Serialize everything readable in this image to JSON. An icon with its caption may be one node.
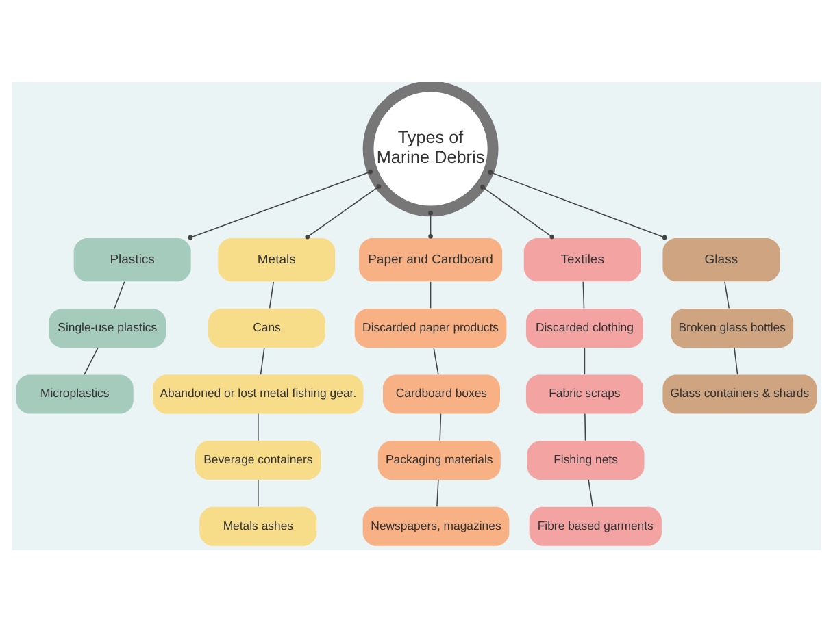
{
  "diagram": {
    "nodes": [
      {
        "text": [
          "Types of Marine Debris"
        ]
      },
      {
        "text": [
          "Plastics"
        ]
      },
      {
        "text": [
          "Single-use plastics"
        ]
      },
      {
        "text": [
          "Microplastics"
        ]
      },
      {
        "text": [
          "Metals"
        ]
      },
      {
        "text": [
          "Cans"
        ]
      },
      {
        "text": [
          "Abandoned or lost metal fishing gear."
        ]
      },
      {
        "text": [
          "Beverage containers"
        ]
      },
      {
        "text": [
          "Metals ashes"
        ]
      },
      {
        "text": [
          "Paper and Cardboard"
        ]
      },
      {
        "text": [
          "Discarded paper products"
        ]
      },
      {
        "text": [
          "Cardboard boxes"
        ]
      },
      {
        "text": [
          "Packaging materials"
        ]
      },
      {
        "text": [
          "Newspapers, magazines"
        ]
      },
      {
        "text": [
          "Textiles"
        ]
      },
      {
        "text": [
          "Discarded clothing"
        ]
      },
      {
        "text": [
          "Fabric scraps"
        ]
      },
      {
        "text": [
          "Fishing nets"
        ]
      },
      {
        "text": [
          "Fibre based garments"
        ]
      },
      {
        "text": [
          "Glass"
        ]
      },
      {
        "text": [
          "Broken glass bottles"
        ]
      },
      {
        "text": [
          "Glass containers & shards"
        ]
      }
    ],
    "edges": [
      {
        "from": 0,
        "to": 1,
        "arrow": "other"
      },
      {
        "from": 0,
        "to": 4,
        "arrow": "other"
      },
      {
        "from": 0,
        "to": 9,
        "arrow": "other"
      },
      {
        "from": 0,
        "to": 14,
        "arrow": "other"
      },
      {
        "from": 0,
        "to": 19,
        "arrow": "other"
      },
      {
        "from": 1,
        "to": 2,
        "arrow": "none"
      },
      {
        "from": 2,
        "to": 3,
        "arrow": "none"
      },
      {
        "from": 4,
        "to": 5,
        "arrow": "none"
      },
      {
        "from": 5,
        "to": 6,
        "arrow": "none"
      },
      {
        "from": 6,
        "to": 7,
        "arrow": "none"
      },
      {
        "from": 7,
        "to": 8,
        "arrow": "none"
      },
      {
        "from": 9,
        "to": 10,
        "arrow": "none"
      },
      {
        "from": 10,
        "to": 11,
        "arrow": "none"
      },
      {
        "from": 11,
        "to": 12,
        "arrow": "none"
      },
      {
        "from": 12,
        "to": 13,
        "arrow": "none"
      },
      {
        "from": 14,
        "to": 15,
        "arrow": "none"
      },
      {
        "from": 15,
        "to": 16,
        "arrow": "none"
      },
      {
        "from": 16,
        "to": 17,
        "arrow": "none"
      },
      {
        "from": 17,
        "to": 18,
        "arrow": "none"
      },
      {
        "from": 19,
        "to": 20,
        "arrow": "none"
      },
      {
        "from": 20,
        "to": 21,
        "arrow": "none"
      }
    ]
  }
}
